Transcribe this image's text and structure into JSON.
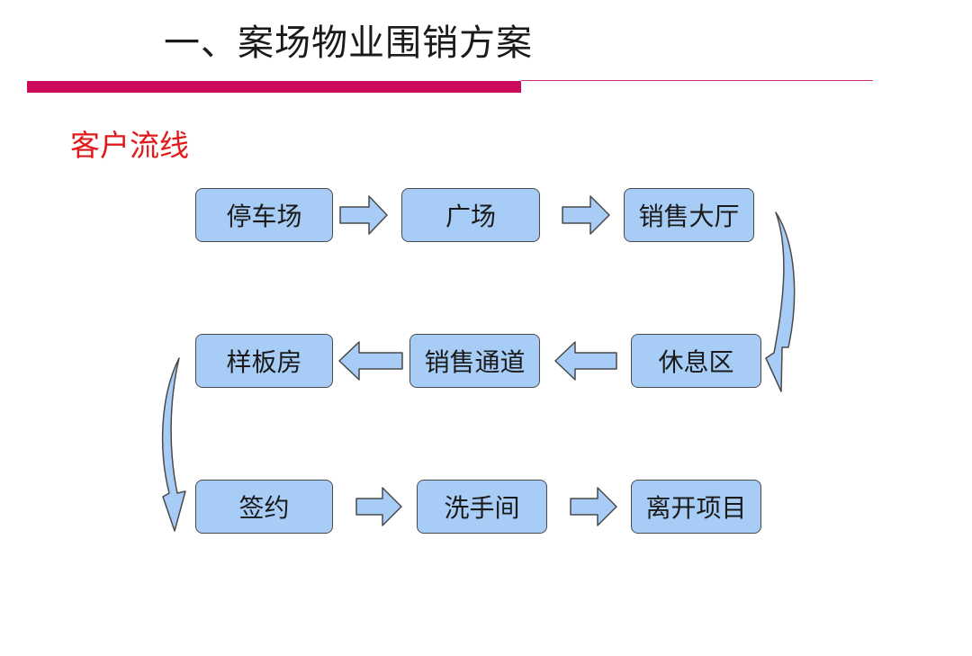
{
  "page_title": "一、案场物业围销方案",
  "section_title": "客户流线",
  "colors": {
    "accent_bar": "#cc0a5c",
    "section_title": "#e01a1a",
    "node_fill": "#a7ccf5",
    "node_border": "#4a4a4a"
  },
  "flow": {
    "row1": [
      "停车场",
      "广场",
      "销售大厅"
    ],
    "row2": [
      "样板房",
      "销售通道",
      "休息区"
    ],
    "row3": [
      "签约",
      "洗手间",
      "离开项目"
    ]
  }
}
